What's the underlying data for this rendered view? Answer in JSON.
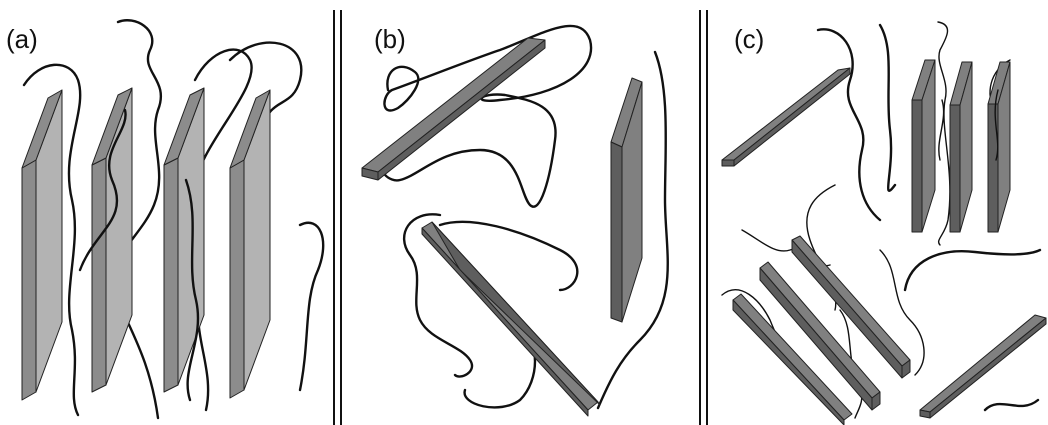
{
  "panels": [
    {
      "id": "a",
      "label": "(a)"
    },
    {
      "id": "b",
      "label": "(b)"
    },
    {
      "id": "c",
      "label": "(c)"
    }
  ],
  "colors": {
    "background": "#ffffff",
    "line": "#111111",
    "plate_light": "#b3b3b3",
    "plate_dark": "#808080"
  }
}
